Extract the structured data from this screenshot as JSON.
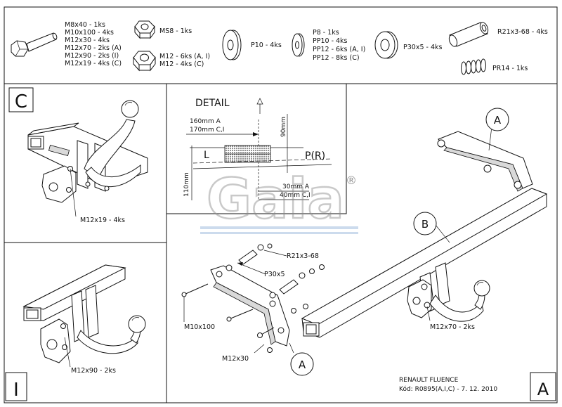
{
  "parts": {
    "bolt_list": [
      "M8x40 - 1ks",
      "M10x100 - 4ks",
      "M12x30 - 4ks",
      "M12x70 - 2ks (A)",
      "M12x90 - 2ks (I)",
      "M12x19 - 4ks (C)"
    ],
    "nut_ms8": "MS8 - 1ks",
    "nut_m12": [
      "M12 - 6ks (A, I)",
      "M12 - 4ks (C)"
    ],
    "washer_p10": "P10 - 4ks",
    "washer_list": [
      "P8 - 1ks",
      "PP10 - 4ks",
      "PP12 - 6ks (A, I)",
      "PP12 - 8ks (C)"
    ],
    "washer_p30": "P30x5 - 4ks",
    "spacer": "R21x3-68 - 4ks",
    "spring": "PR14 - 1ks"
  },
  "panels": {
    "c_letter": "C",
    "c_label": "M12x19 - 4ks",
    "i_letter": "I",
    "i_label": "M12x90 - 2ks",
    "a_letter": "A"
  },
  "detail": {
    "title": "DETAIL",
    "dim_160": "160mm A",
    "dim_170": "170mm C,I",
    "dim_90": "90mm",
    "dim_110": "110mm",
    "L": "L",
    "PR": "P(R)",
    "dim_30": "30mm A",
    "dim_40": "40mm C,I"
  },
  "logo": {
    "text": "Gaia",
    "mark": "®"
  },
  "main": {
    "callout_a": "A",
    "callout_b": "B",
    "callout_a2": "A",
    "r21": "R21x3-68",
    "p30": "P30x5",
    "m10": "M10x100",
    "m12x30": "M12x30",
    "m12x70": "M12x70 - 2ks"
  },
  "footer": {
    "model": "RENAULT FLUENCE",
    "code": "Kód: R0895(A,I,C) - 7. 12. 2010"
  }
}
